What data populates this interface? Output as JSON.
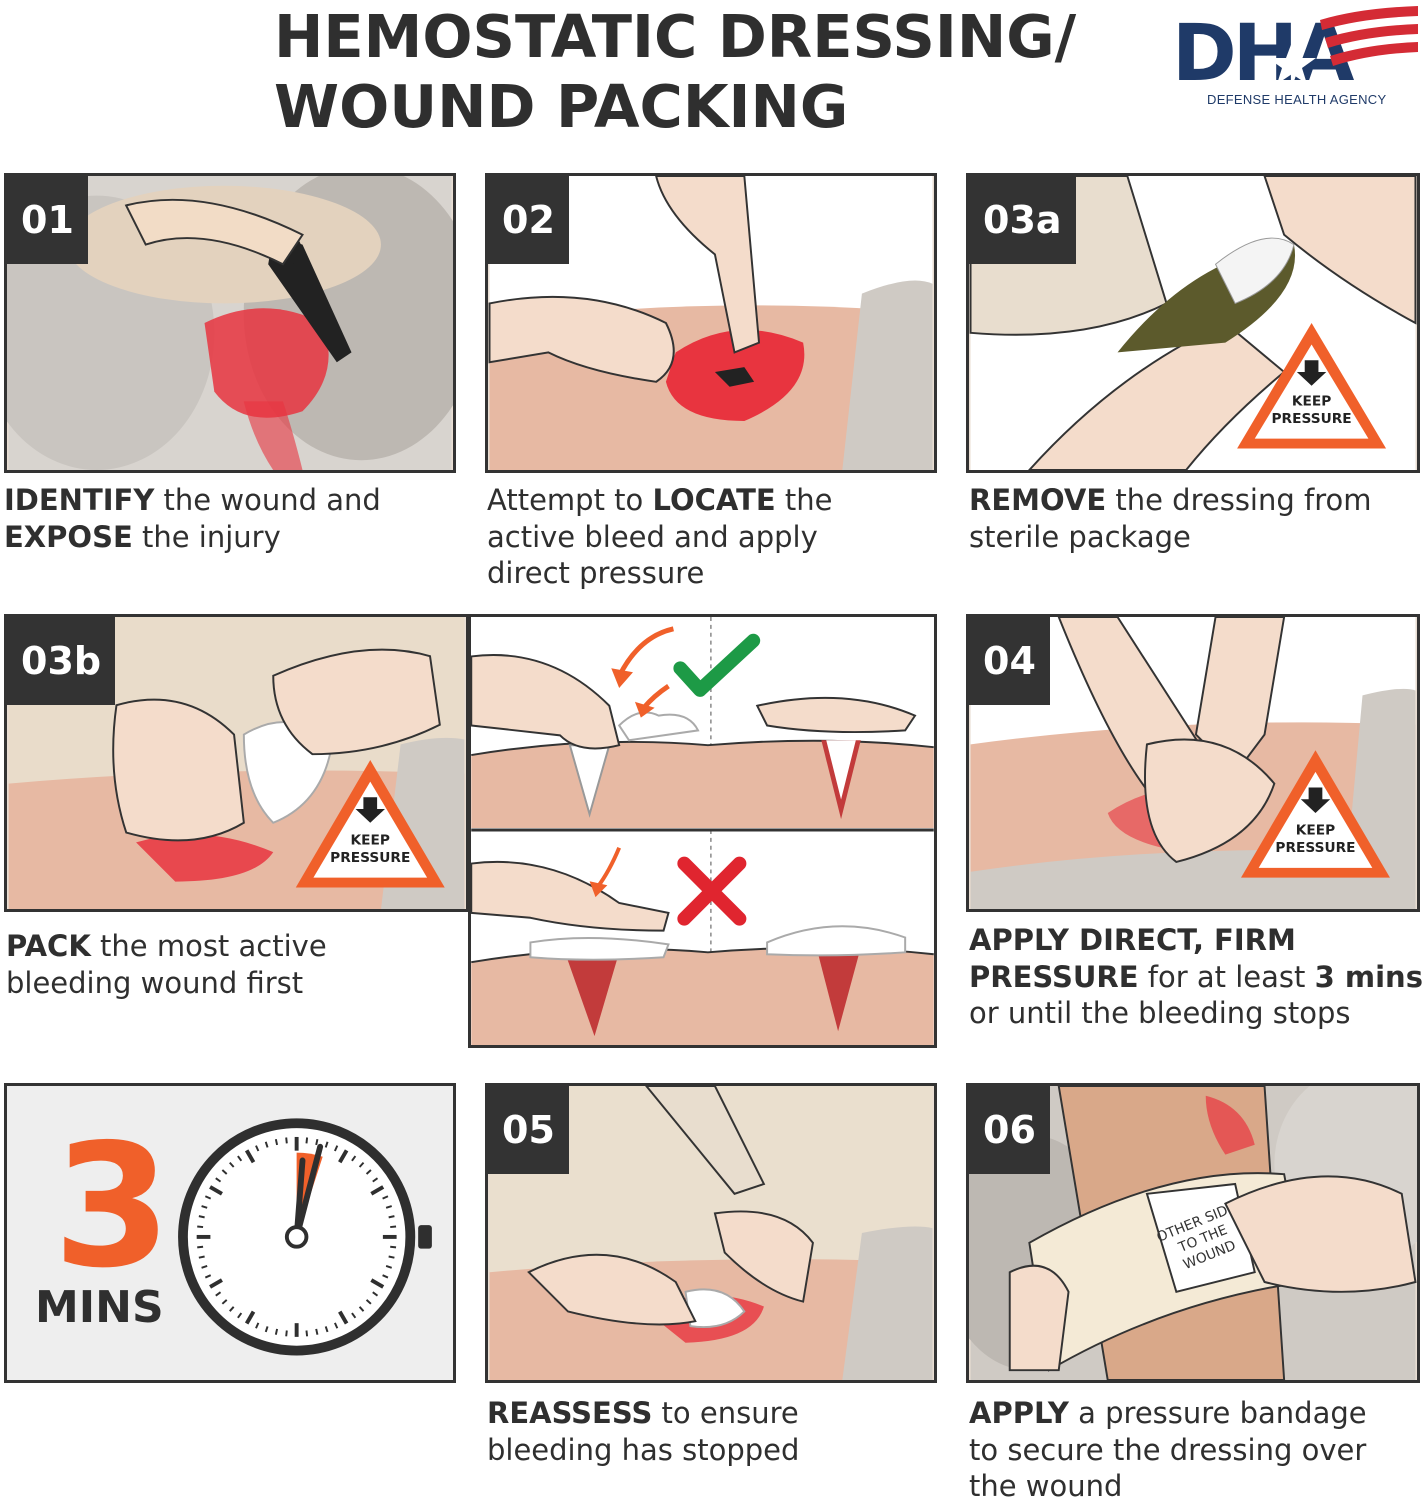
{
  "header": {
    "title_line1": "HEMOSTATIC DRESSING/",
    "title_line2": "WOUND PACKING",
    "logo_letters": "DHA",
    "logo_subtitle": "DEFENSE HEALTH AGENCY"
  },
  "warning": {
    "line1": "KEEP",
    "line2": "PRESSURE"
  },
  "steps": {
    "s01": {
      "badge": "01",
      "k1": "IDENTIFY",
      "t1": " the wound and",
      "k2": "EXPOSE",
      "t2": " the injury"
    },
    "s02": {
      "badge": "02",
      "t1": "Attempt to ",
      "k1": "LOCATE",
      "t2": " the",
      "line2": "active bleed and apply",
      "line3": "direct pressure"
    },
    "s03a": {
      "badge": "03a",
      "k1": "REMOVE",
      "t1": " the dressing from",
      "line2": "sterile package"
    },
    "s03b": {
      "badge": "03b",
      "k1": "PACK",
      "t1": " the most active",
      "line2": "bleeding wound first"
    },
    "s04": {
      "badge": "04",
      "k1": "APPLY DIRECT, FIRM",
      "k2": "PRESSURE",
      "t2": " for at least ",
      "k3": "3 mins",
      "line3": "or until the bleeding stops"
    },
    "timer": {
      "number": "3",
      "unit": "MINS",
      "progress_fraction": 0.05
    },
    "s05": {
      "badge": "05",
      "k1": "REASSESS",
      "t1": " to ensure",
      "line2": "bleeding has stopped"
    },
    "s06": {
      "badge": "06",
      "k1": "APPLY",
      "t1": " a pressure bandage",
      "line2": "to secure the dressing over",
      "line3": "the wound",
      "bandage_label_1": "OTHER SIDE",
      "bandage_label_2": "TO THE",
      "bandage_label_3": "WOUND"
    }
  },
  "colors": {
    "accent_orange": "#f0602a",
    "check_green": "#1d9a46",
    "cross_red": "#e0252f",
    "blood_red": "#e8343f",
    "dark": "#333333",
    "dha_blue": "#1f3a68",
    "dha_red": "#d42b35"
  }
}
